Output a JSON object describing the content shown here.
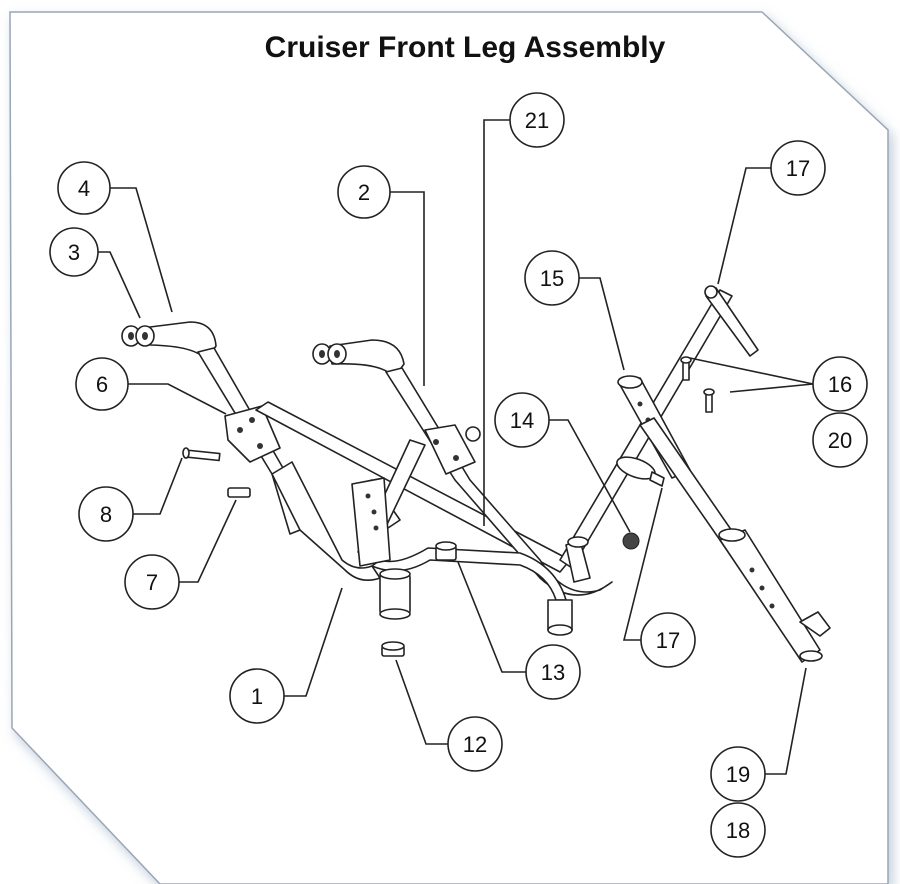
{
  "title": "Cruiser Front Leg Assembly",
  "callouts": [
    {
      "id": "c-4",
      "label": "4"
    },
    {
      "id": "c-3",
      "label": "3"
    },
    {
      "id": "c-2",
      "label": "2"
    },
    {
      "id": "c-21",
      "label": "21"
    },
    {
      "id": "c-17a",
      "label": "17"
    },
    {
      "id": "c-15",
      "label": "15"
    },
    {
      "id": "c-16",
      "label": "16"
    },
    {
      "id": "c-20",
      "label": "20"
    },
    {
      "id": "c-6",
      "label": "6"
    },
    {
      "id": "c-14",
      "label": "14"
    },
    {
      "id": "c-8",
      "label": "8"
    },
    {
      "id": "c-7",
      "label": "7"
    },
    {
      "id": "c-17b",
      "label": "17"
    },
    {
      "id": "c-13",
      "label": "13"
    },
    {
      "id": "c-1",
      "label": "1"
    },
    {
      "id": "c-12",
      "label": "12"
    },
    {
      "id": "c-19",
      "label": "19"
    },
    {
      "id": "c-18",
      "label": "18"
    }
  ]
}
